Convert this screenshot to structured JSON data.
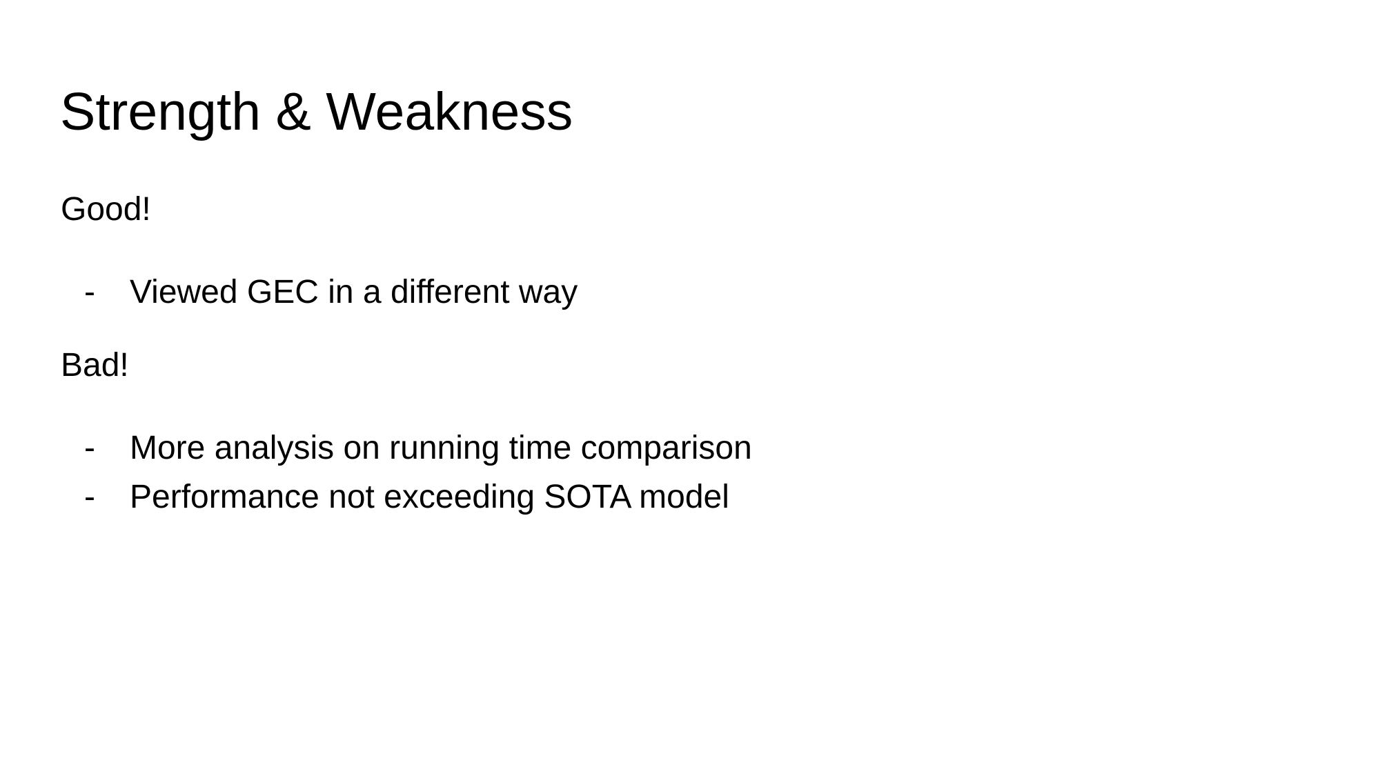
{
  "slide": {
    "title": "Strength & Weakness",
    "sections": [
      {
        "heading": "Good!",
        "bullets": [
          {
            "marker": "-",
            "text": "Viewed GEC in a different way"
          }
        ]
      },
      {
        "heading": "Bad!",
        "bullets": [
          {
            "marker": "-",
            "text": "More analysis on running time comparison"
          },
          {
            "marker": "-",
            "text": "Performance not exceeding SOTA model"
          }
        ]
      }
    ]
  }
}
